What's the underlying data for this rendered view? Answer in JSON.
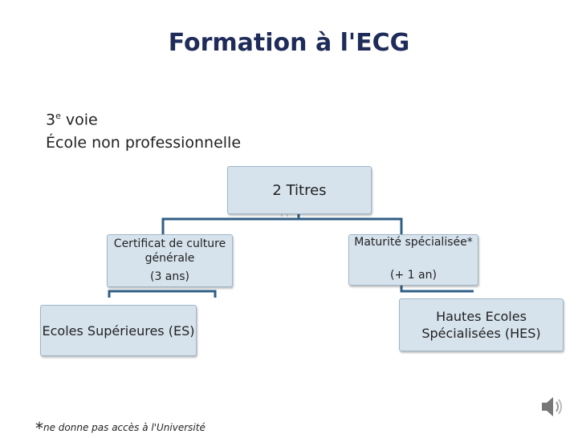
{
  "slide": {
    "title": "Formation à l'ECG",
    "subtitle_line1_prefix": "3",
    "subtitle_line1_sup": "e",
    "subtitle_line1_suffix": " voie",
    "subtitle_line2": "École non professionnelle"
  },
  "diagram": {
    "root": "2 Titres",
    "left_title": "Certificat de culture générale",
    "left_duration": "(3 ans)",
    "right_title": "Maturité spécialisée*",
    "right_duration": "(+ 1 an)",
    "left_target": "Ecoles Supérieures (ES)",
    "right_target": "Hautes Ecoles Spécialisées (HES)"
  },
  "footnote": {
    "marker": "*",
    "text": "ne donne pas accès à l'Université"
  },
  "colors": {
    "title": "#1f2c5a",
    "box_fill": "#d6e3ed",
    "connector": "#2f5f86"
  },
  "icons": {
    "audio": "speaker-icon"
  }
}
